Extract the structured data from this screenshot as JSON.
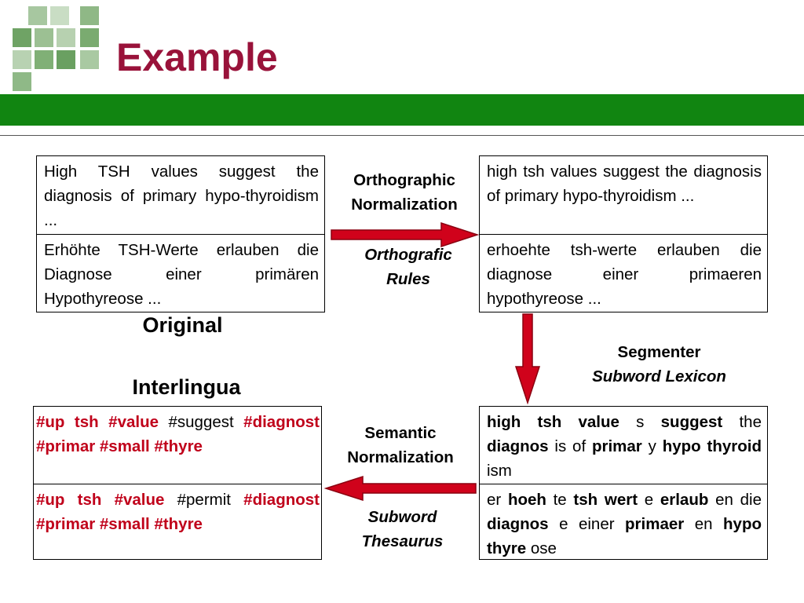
{
  "slide": {
    "title": "Example",
    "colors": {
      "title": "#99123a",
      "bar": "#118511",
      "arrow": "#d0021b",
      "interlingua_tag": "#c0001a"
    }
  },
  "original": {
    "label": "Original",
    "english": "High TSH values suggest the diagnosis of primary hypo-thyroidism ...",
    "german": "Erhöhte TSH-Werte erlauben die Diagnose einer primären Hypothyreose ..."
  },
  "ortho_step": {
    "heading_line1": "Orthographic",
    "heading_line2": "Normalization",
    "rules_line1": "Orthografic",
    "rules_line2": "Rules"
  },
  "normalized": {
    "english": "high tsh values suggest the diagnosis of primary hypo-thyroidism ...",
    "german": "erhoehte tsh-werte erlauben die diagnose einer primaeren hypothyreose ..."
  },
  "segmenter_step": {
    "heading": "Segmenter",
    "lexicon": "Subword Lexicon"
  },
  "segmented": {
    "english": {
      "t1": "high tsh value",
      "t2": " s ",
      "t3": "suggest",
      "t4": " the ",
      "t5": "diagnos",
      "t6": " is of ",
      "t7": "primar",
      "t8": " y ",
      "t9": "hypo",
      "t10": "thyroid",
      "t11": " ism"
    },
    "german": {
      "t1": "er ",
      "t2": "hoeh",
      "t3": " te ",
      "t4": "tsh wert",
      "t5": " e ",
      "t6": "erlaub",
      "t7": " en die ",
      "t8": "diagnos",
      "t9": " e einer ",
      "t10": "primaer",
      "t11": " en ",
      "t12": "hypo thyre",
      "t13": " ose"
    }
  },
  "semantic_step": {
    "heading_line1": "Semantic",
    "heading_line2": "Normalization",
    "thesaurus_line1": "Subword",
    "thesaurus_line2": "Thesaurus"
  },
  "interlingua": {
    "label": "Interlingua",
    "english": {
      "tags1": "#up tsh #value",
      "plain": " #suggest ",
      "tags2": "#diagnost #primar #small #thyre"
    },
    "german": {
      "tags1": "#up tsh #value",
      "plain": " #permit ",
      "tags2": "#diagnost #primar #small #thyre"
    }
  }
}
